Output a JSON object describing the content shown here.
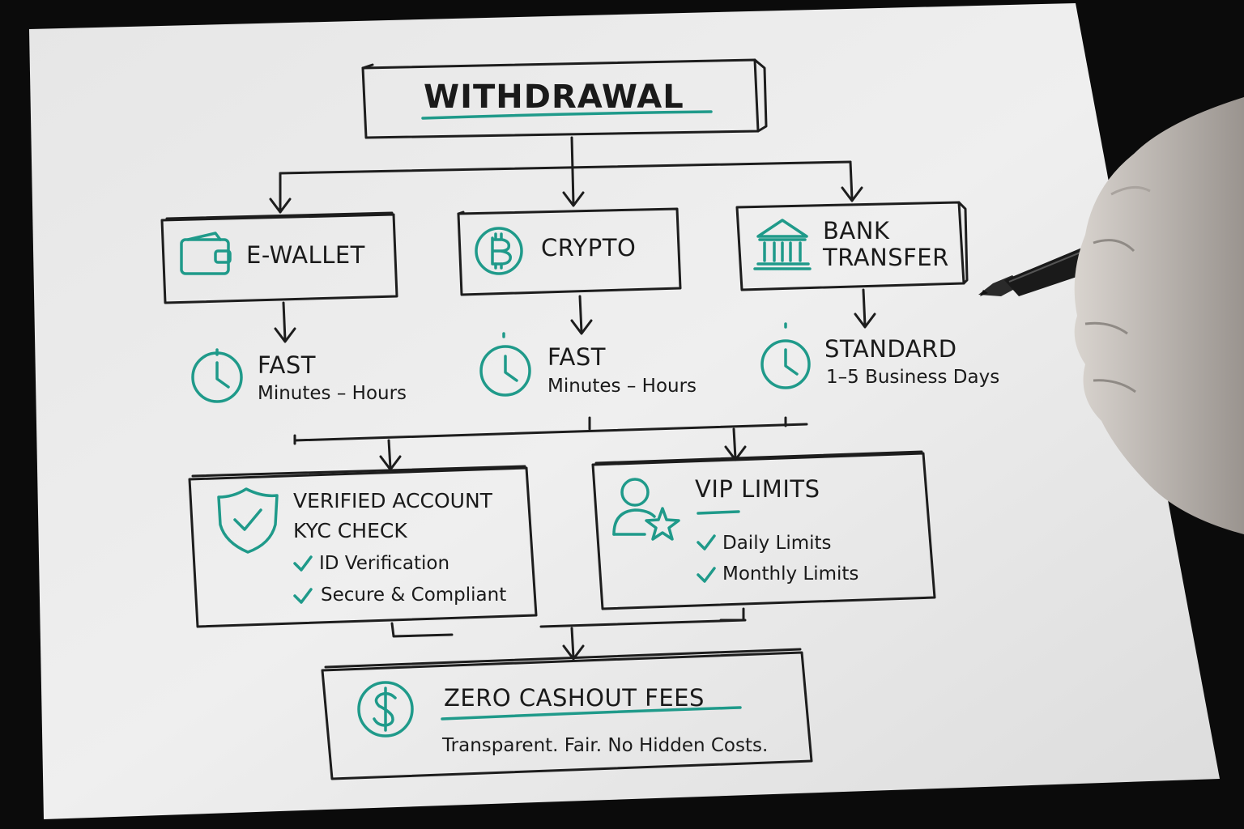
{
  "diagram": {
    "title": "WITHDRAWAL",
    "methods": [
      {
        "label": "E-WALLET",
        "icon": "wallet-icon",
        "speed": "FAST",
        "time": "Minutes – Hours"
      },
      {
        "label": "CRYPTO",
        "icon": "bitcoin-icon",
        "speed": "FAST",
        "time": "Minutes – Hours"
      },
      {
        "label_line1": "BANK",
        "label_line2": "TRANSFER",
        "icon": "bank-icon",
        "speed": "STANDARD",
        "time": "1–5 Business Days"
      }
    ],
    "verification": {
      "title_line1": "VERIFIED ACCOUNT",
      "title_line2": "KYC CHECK",
      "items": [
        "ID Verification",
        "Secure & Compliant"
      ],
      "icon": "shield-check-icon"
    },
    "vip": {
      "title": "VIP LIMITS",
      "items": [
        "Daily Limits",
        "Monthly Limits"
      ],
      "icon": "user-star-icon"
    },
    "fees": {
      "title": "ZERO CASHOUT FEES",
      "subtitle": "Transparent. Fair. No Hidden Costs.",
      "icon": "dollar-icon"
    },
    "colors": {
      "accent": "#1f9a8a",
      "ink": "#1d1d1d",
      "paper": "#ececec"
    }
  }
}
